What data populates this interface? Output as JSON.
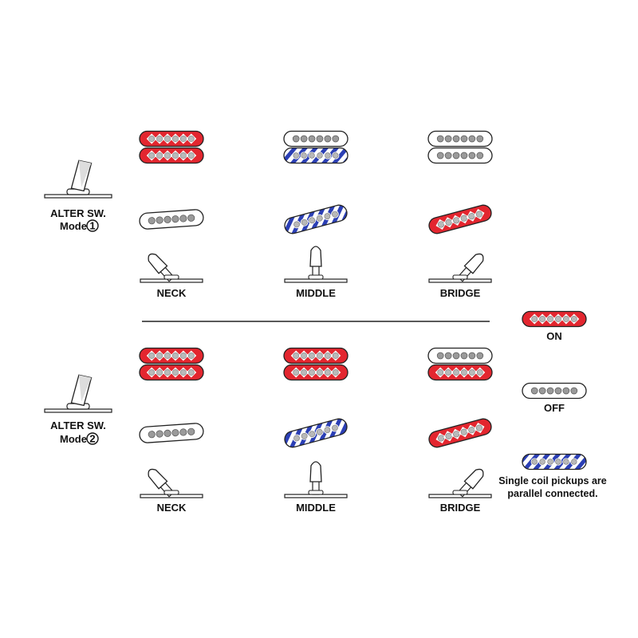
{
  "colors": {
    "on": "#e3262f",
    "parallel": "#2b3fb5",
    "outline": "#222222",
    "pole_on": "#b9b9b9",
    "pole_off": "#9a9a9a"
  },
  "modes": [
    {
      "switch_title": "ALTER SW.",
      "mode_prefix": "Mode",
      "mode_number": "1",
      "positions": [
        {
          "label": "NECK",
          "humbucker": [
            "on",
            "on"
          ],
          "single": "off",
          "lever": "left"
        },
        {
          "label": "MIDDLE",
          "humbucker": [
            "off",
            "parallel"
          ],
          "single": "parallel",
          "lever": "center"
        },
        {
          "label": "BRIDGE",
          "humbucker": [
            "off",
            "off"
          ],
          "single": "on",
          "lever": "right"
        }
      ]
    },
    {
      "switch_title": "ALTER SW.",
      "mode_prefix": "Mode",
      "mode_number": "2",
      "positions": [
        {
          "label": "NECK",
          "humbucker": [
            "on",
            "on"
          ],
          "single": "off",
          "lever": "left"
        },
        {
          "label": "MIDDLE",
          "humbucker": [
            "on",
            "on"
          ],
          "single": "parallel",
          "lever": "center"
        },
        {
          "label": "BRIDGE",
          "humbucker": [
            "off",
            "on"
          ],
          "single": "on",
          "lever": "right"
        }
      ]
    }
  ],
  "legend": [
    {
      "state": "on",
      "lines": [
        "ON"
      ]
    },
    {
      "state": "off",
      "lines": [
        "OFF"
      ]
    },
    {
      "state": "parallel",
      "lines": [
        "Single coil pickups are",
        "parallel connected."
      ]
    }
  ]
}
